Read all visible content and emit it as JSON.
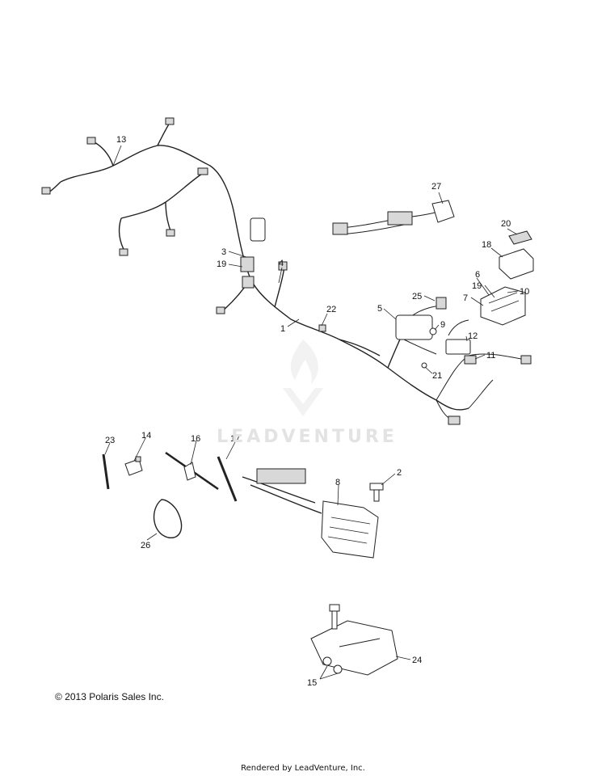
{
  "callouts": [
    {
      "id": "13",
      "label": "13"
    },
    {
      "id": "27",
      "label": "27"
    },
    {
      "id": "20",
      "label": "20"
    },
    {
      "id": "18",
      "label": "18"
    },
    {
      "id": "3",
      "label": "3"
    },
    {
      "id": "19a",
      "label": "19"
    },
    {
      "id": "4",
      "label": "4"
    },
    {
      "id": "6",
      "label": "6"
    },
    {
      "id": "19b",
      "label": "19"
    },
    {
      "id": "10",
      "label": "10"
    },
    {
      "id": "7",
      "label": "7"
    },
    {
      "id": "25",
      "label": "25"
    },
    {
      "id": "5",
      "label": "5"
    },
    {
      "id": "22",
      "label": "22"
    },
    {
      "id": "9",
      "label": "9"
    },
    {
      "id": "1",
      "label": "1"
    },
    {
      "id": "12",
      "label": "12"
    },
    {
      "id": "11",
      "label": "11"
    },
    {
      "id": "21",
      "label": "21"
    },
    {
      "id": "23",
      "label": "23"
    },
    {
      "id": "14",
      "label": "14"
    },
    {
      "id": "16",
      "label": "16"
    },
    {
      "id": "17",
      "label": "17"
    },
    {
      "id": "2",
      "label": "2"
    },
    {
      "id": "8",
      "label": "8"
    },
    {
      "id": "26",
      "label": "26"
    },
    {
      "id": "24",
      "label": "24"
    },
    {
      "id": "15",
      "label": "15"
    }
  ],
  "watermark": "LEADVENTURE",
  "copyright": "© 2013 Polaris Sales Inc.",
  "footer": "Rendered by LeadVenture, Inc."
}
